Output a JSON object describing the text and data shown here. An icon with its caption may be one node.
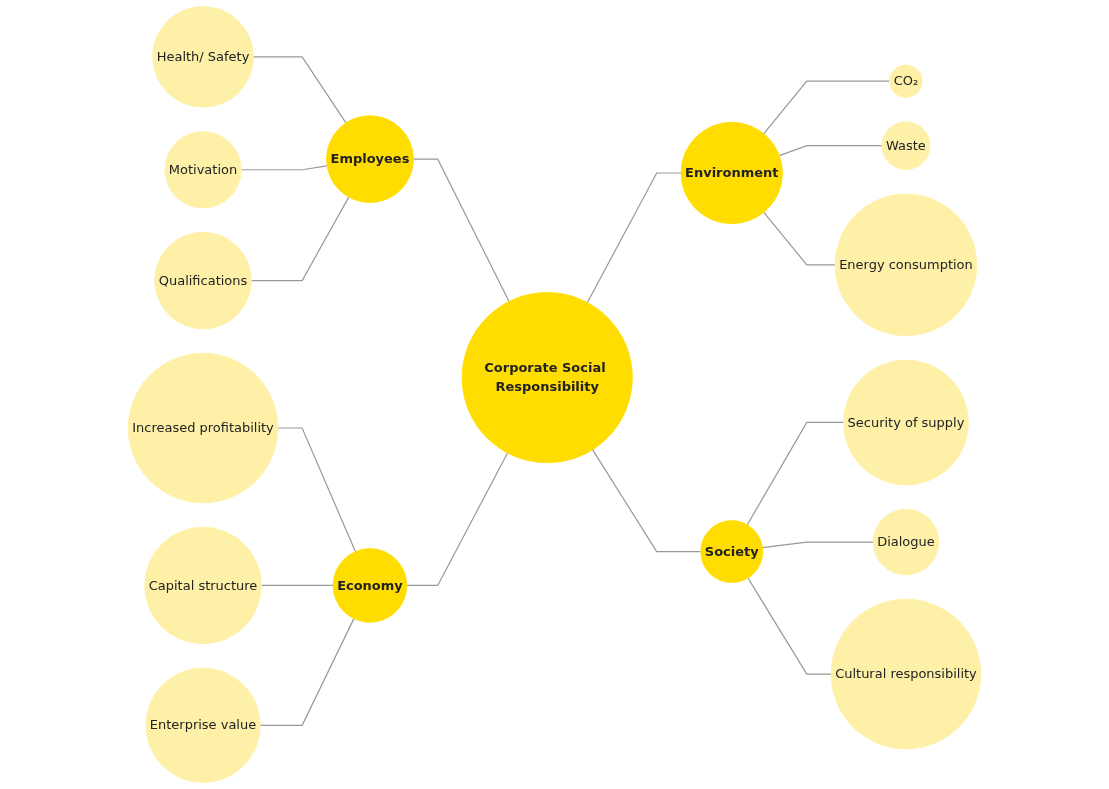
{
  "diagram": {
    "nodes": [
      {
        "text": [
          "Corporate Social Responsibility"
        ]
      },
      {
        "text": [
          "Employees"
        ]
      },
      {
        "text": [
          "Health/ Safety"
        ]
      },
      {
        "text": [
          "Motivation"
        ]
      },
      {
        "text": [
          "Qualifications"
        ]
      },
      {
        "text": [
          "Environment"
        ]
      },
      {
        "text": [
          "CO₂"
        ]
      },
      {
        "text": [
          "Waste"
        ]
      },
      {
        "text": [
          "Energy consumption"
        ]
      },
      {
        "text": [
          "Economy"
        ]
      },
      {
        "text": [
          "Increased profitability"
        ]
      },
      {
        "text": [
          "Capital structure"
        ]
      },
      {
        "text": [
          "Enterprise value"
        ]
      },
      {
        "text": [
          "Society"
        ]
      },
      {
        "text": [
          "Security of supply"
        ]
      },
      {
        "text": [
          "Dialogue"
        ]
      },
      {
        "text": [
          "Cultural responsibility"
        ]
      }
    ],
    "edges": [
      {
        "from": 1,
        "to": 0,
        "arrow": "none"
      },
      {
        "from": 0,
        "to": 5,
        "arrow": "none"
      },
      {
        "from": 9,
        "to": 0,
        "arrow": "none"
      },
      {
        "from": 0,
        "to": 13,
        "arrow": "none"
      },
      {
        "from": 2,
        "to": 1,
        "arrow": "none"
      },
      {
        "from": 3,
        "to": 1,
        "arrow": "none"
      },
      {
        "from": 4,
        "to": 1,
        "arrow": "none"
      },
      {
        "from": 5,
        "to": 6,
        "arrow": "none"
      },
      {
        "from": 5,
        "to": 7,
        "arrow": "none"
      },
      {
        "from": 5,
        "to": 8,
        "arrow": "none"
      },
      {
        "from": 10,
        "to": 9,
        "arrow": "none"
      },
      {
        "from": 11,
        "to": 9,
        "arrow": "none"
      },
      {
        "from": 12,
        "to": 9,
        "arrow": "none"
      },
      {
        "from": 13,
        "to": 14,
        "arrow": "none"
      },
      {
        "from": 13,
        "to": 15,
        "arrow": "none"
      },
      {
        "from": 13,
        "to": 16,
        "arrow": "none"
      }
    ]
  }
}
